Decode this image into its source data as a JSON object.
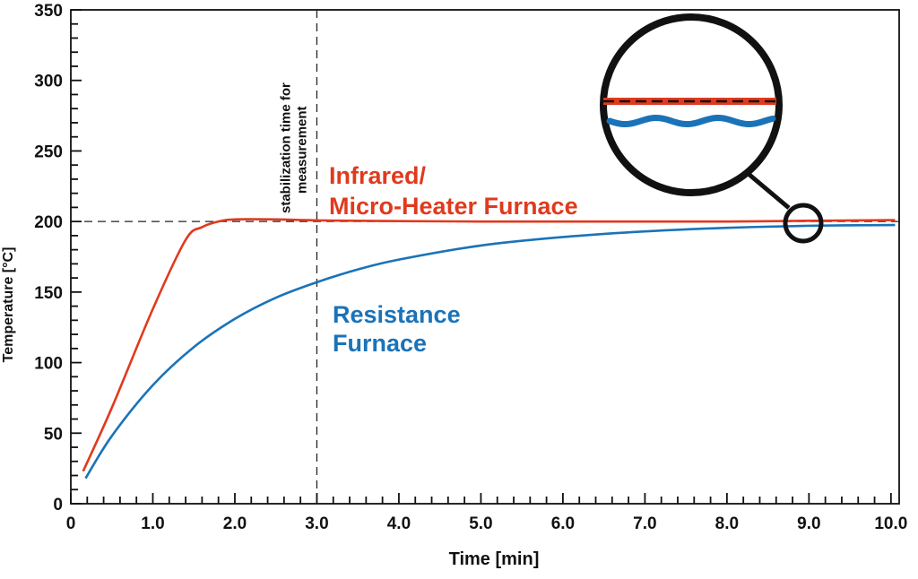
{
  "chart_data": {
    "type": "line",
    "xlabel": "Time [min]",
    "ylabel": "Temperature [°C]",
    "xlim": [
      0,
      10.1
    ],
    "ylim": [
      0,
      350
    ],
    "x_ticks": [
      "0",
      "1.0",
      "2.0",
      "3.0",
      "4.0",
      "5.0",
      "6.0",
      "7.0",
      "8.0",
      "9.0",
      "10.0"
    ],
    "y_ticks": [
      "0",
      "50",
      "100",
      "150",
      "200",
      "250",
      "300",
      "350"
    ],
    "series": [
      {
        "name": "Infrared/ Micro-Heater Furnace",
        "label_lines": [
          "Infrared/",
          "Micro-Heater Furnace"
        ],
        "color": "#e03a1e",
        "x": [
          0.15,
          0.5,
          1.0,
          1.4,
          1.6,
          1.8,
          2.0,
          2.5,
          3.0,
          4.0,
          5.0,
          6.0,
          7.0,
          8.0,
          9.0,
          10.05
        ],
        "y": [
          23,
          68,
          138,
          187,
          196,
          200,
          201.5,
          201.5,
          200.8,
          200.3,
          200,
          200,
          200,
          200,
          200.5,
          201
        ]
      },
      {
        "name": "Resistance Furnace",
        "label_lines": [
          "Resistance",
          "Furnace"
        ],
        "color": "#1a73b8",
        "x": [
          0.18,
          0.5,
          1.0,
          1.5,
          2.0,
          2.5,
          3.0,
          3.5,
          4.0,
          5.0,
          6.0,
          7.0,
          8.0,
          9.0,
          10.05
        ],
        "y": [
          18,
          48,
          84,
          111,
          131,
          146,
          157,
          166,
          173,
          183,
          189,
          193,
          195.5,
          197,
          197.5
        ]
      }
    ],
    "reference_lines": {
      "vertical_x": 3.0,
      "horizontal_y": 200
    },
    "annotations": [
      {
        "text_lines": [
          "stabilization time for",
          "measurement"
        ]
      }
    ],
    "inset": {
      "type": "zoom",
      "center_x": 8.95,
      "center_y": 200
    }
  }
}
